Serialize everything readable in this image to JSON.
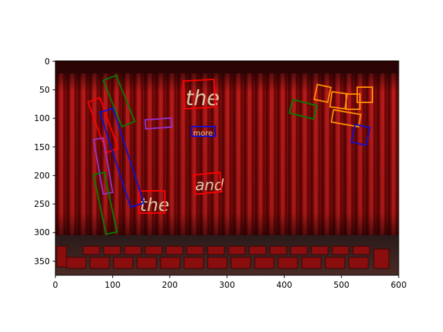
{
  "figure": {
    "x_ticks": [
      "0",
      "100",
      "200",
      "300",
      "400",
      "500",
      "600"
    ],
    "y_ticks": [
      "0",
      "50",
      "100",
      "150",
      "200",
      "250",
      "300",
      "350"
    ]
  },
  "image": {
    "description_free_text_words": [
      "the",
      "the",
      "and",
      "more"
    ],
    "colors": {
      "curtain": "#8c0d0d",
      "curtain_dark": "#3a0303",
      "seats": "#7a0c0c",
      "box_red": "#ff0000",
      "box_green": "#008000",
      "box_blue": "#1010d0",
      "box_purple": "#9932cc",
      "box_orange": "#ff8c00"
    }
  }
}
